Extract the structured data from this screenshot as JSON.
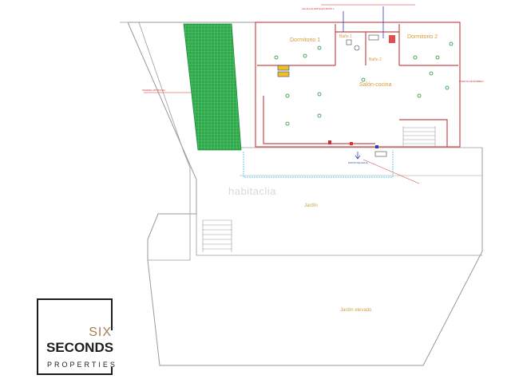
{
  "rooms": {
    "dormitorio1": "Dormitorio 1",
    "dormitorio2": "Dormitorio 2",
    "salon": "Salón-cocina",
    "bano1": "Baño 1",
    "bano2": "Baño 2"
  },
  "areas": {
    "jardin": "Jardín",
    "jardin_elevado": "Jardín elevado"
  },
  "annotations": {
    "cesped": "CESPED ARTIFICIAL",
    "punto_agua": "PUNTO DE AGUA",
    "puerta_bombeo": "PUERTA DE BOMBEO",
    "agua_caliente": "AGUA CALIENTE EN BAÑO 1"
  },
  "watermark": "habitaclia",
  "logo": {
    "line1": "SIX",
    "line2": "SECONDS",
    "line3": "PROPERTIES"
  },
  "colors": {
    "wall": "#c84a4a",
    "lawn": "#2eaa4a",
    "outline": "#9a9a9a",
    "water": "#55c8e0",
    "gold_text": "#d79a3a",
    "logo_accent": "#a67c52"
  }
}
